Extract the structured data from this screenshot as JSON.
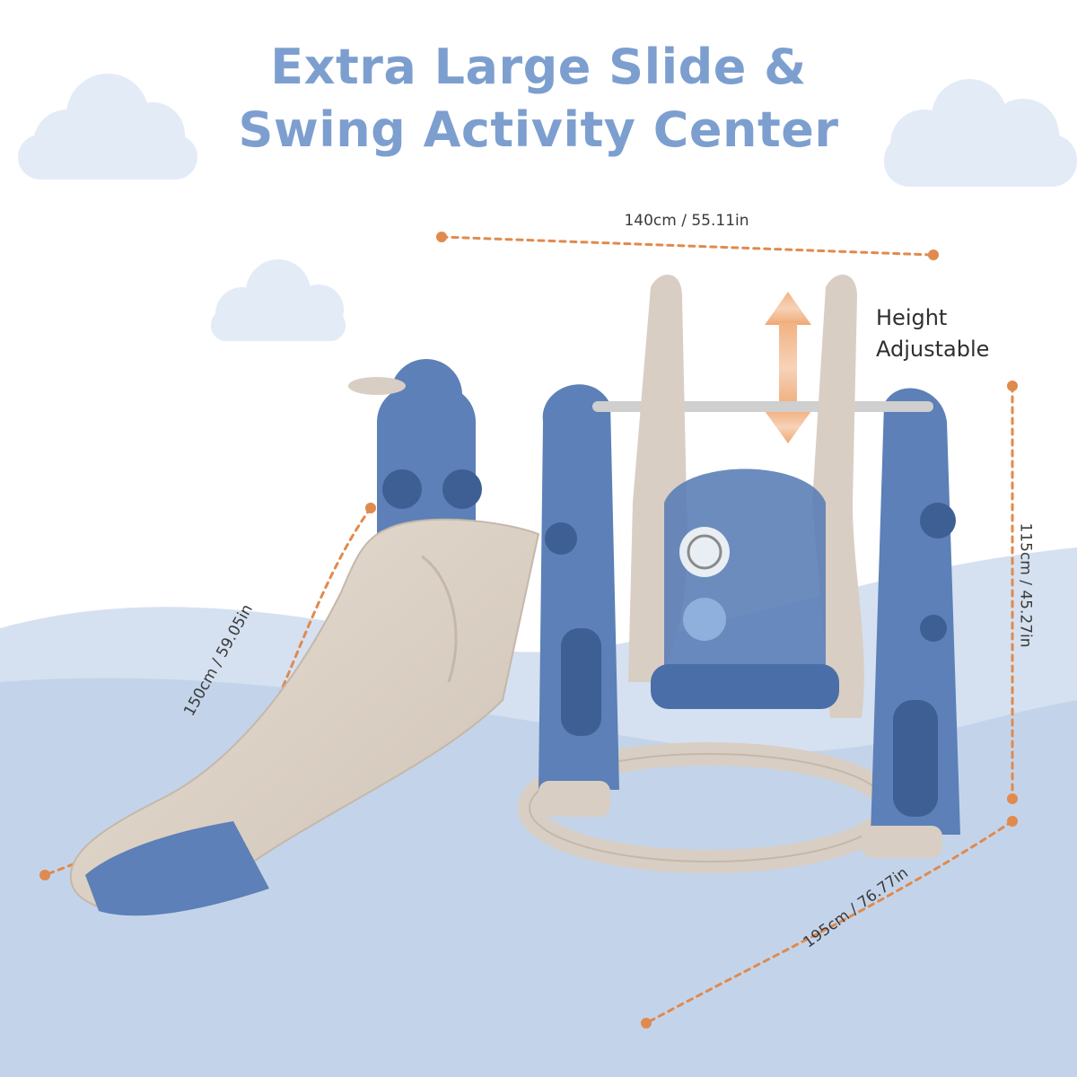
{
  "title": {
    "line1": "Extra Large Slide &",
    "line2": "Swing Activity Center"
  },
  "dimensions": {
    "width": "140cm / 55.11in",
    "height": "115cm / 45.27in",
    "slide_length": "150cm / 59.05in",
    "depth": "195cm / 76.77in"
  },
  "feature_note": {
    "line1": "Height",
    "line2": "Adjustable"
  },
  "colors": {
    "title": "#7d9fcf",
    "measure_line": "#e08a4e",
    "sky_cloud": "#e3ebf6",
    "hill_back": "#d5e1f0",
    "hill_front": "#c3d4ea",
    "frame_blue": "#5c80b7",
    "frame_beige": "#d8cec3",
    "arrow": "#f0a772"
  },
  "icons": [
    "double-arrow-icon",
    "cloud-icon"
  ]
}
